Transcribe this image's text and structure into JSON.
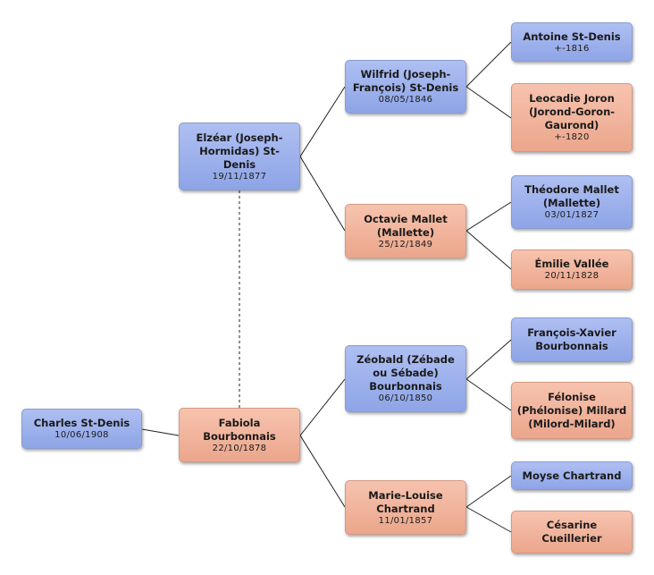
{
  "people": {
    "charles": {
      "name": "Charles St-Denis",
      "date": "10/06/1908"
    },
    "elzear": {
      "name": "Elzéar (Joseph-Hormidas) St-Denis",
      "date": "19/11/1877"
    },
    "fabiola": {
      "name": "Fabiola Bourbonnais",
      "date": "22/10/1878"
    },
    "wilfrid": {
      "name": "Wilfrid (Joseph-François) St-Denis",
      "date": "08/05/1846"
    },
    "octavie": {
      "name": "Octavie Mallet (Mallette)",
      "date": "25/12/1849"
    },
    "zeobald": {
      "name": "Zéobald (Zébade ou Sébade) Bourbonnais",
      "date": "06/10/1850"
    },
    "marie_louise": {
      "name": "Marie-Louise Chartrand",
      "date": "11/01/1857"
    },
    "antoine": {
      "name": "Antoine St-Denis",
      "date": "+-1816"
    },
    "leocadie": {
      "name": "Leocadie Joron (Jorond-Goron-Gaurond)",
      "date": "+-1820"
    },
    "theodore": {
      "name": "Théodore Mallet (Mallette)",
      "date": "03/01/1827"
    },
    "emilie": {
      "name": "Émilie Vallée",
      "date": "20/11/1828"
    },
    "francois_xavier": {
      "name": "François-Xavier Bourbonnais",
      "date": ""
    },
    "felonise": {
      "name": "Félonise (Phélonise) Millard (Milord-Milard)",
      "date": ""
    },
    "moyse": {
      "name": "Moyse Chartrand",
      "date": ""
    },
    "cesarine": {
      "name": "Césarine Cueillerier",
      "date": ""
    }
  },
  "colors": {
    "male": "#9aaeec",
    "female": "#efb198",
    "line": "#222222"
  }
}
